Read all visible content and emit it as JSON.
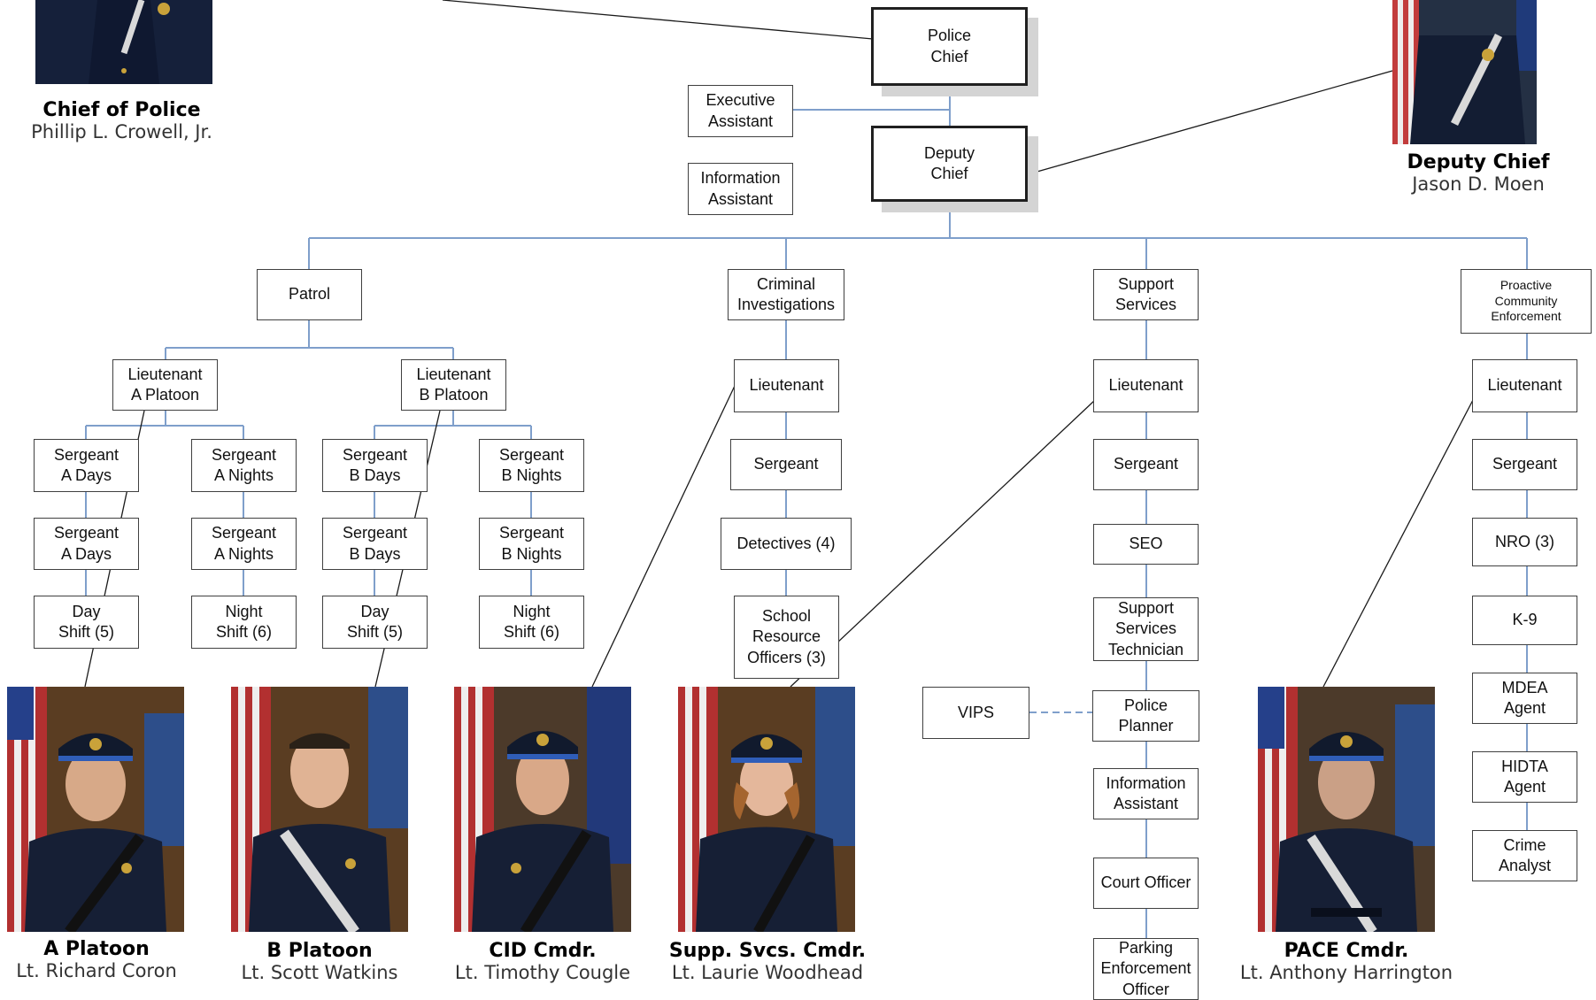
{
  "colors": {
    "connector": "#7f9fcb",
    "pointer": "#1a1a1a",
    "box_border": "#404040",
    "shadow": "#d4d4d4"
  },
  "top": {
    "chief": "Police\nChief",
    "exec": "Executive\nAssistant",
    "info": "Information\nAssistant",
    "deputy": "Deputy\nChief"
  },
  "divisions": {
    "patrol": "Patrol",
    "cid": "Criminal\nInvestigations",
    "support": "Support\nServices",
    "pace": "Proactive\nCommunity\nEnforcement"
  },
  "patrol": {
    "lt_a": "Lieutenant\nA Platoon",
    "lt_b": "Lieutenant\nB Platoon",
    "sgt_a_days_1": "Sergeant\nA Days",
    "sgt_a_days_2": "Sergeant\nA Days",
    "sgt_a_nights_1": "Sergeant\nA Nights",
    "sgt_a_nights_2": "Sergeant\nA Nights",
    "sgt_b_days_1": "Sergeant\nB Days",
    "sgt_b_days_2": "Sergeant\nB Days",
    "sgt_b_nights_1": "Sergeant\nB Nights",
    "sgt_b_nights_2": "Sergeant\nB Nights",
    "day_shift_a": "Day\nShift (5)",
    "night_shift_a": "Night\nShift (6)",
    "day_shift_b": "Day\nShift (5)",
    "night_shift_b": "Night\nShift (6)"
  },
  "cid": {
    "lt": "Lieutenant",
    "sgt": "Sergeant",
    "detectives": "Detectives (4)",
    "sro": "School\nResource\nOfficers (3)"
  },
  "support": {
    "lt": "Lieutenant",
    "sgt": "Sergeant",
    "seo": "SEO",
    "tech": "Support\nServices\nTechnician",
    "planner": "Police\nPlanner",
    "vips": "VIPS",
    "info": "Information\nAssistant",
    "court": "Court Officer",
    "parking": "Parking\nEnforcement\nOfficer"
  },
  "pace": {
    "lt": "Lieutenant",
    "sgt": "Sergeant",
    "nro": "NRO (3)",
    "k9": "K-9",
    "mdea": "MDEA\nAgent",
    "hidta": "HIDTA\nAgent",
    "analyst": "Crime\nAnalyst"
  },
  "people": {
    "chief": {
      "role": "Chief of Police",
      "name": "Phillip L. Crowell, Jr."
    },
    "deputy": {
      "role": "Deputy Chief",
      "name": "Jason D. Moen"
    },
    "a_platoon": {
      "role": "A Platoon",
      "name": "Lt. Richard Coron"
    },
    "b_platoon": {
      "role": "B Platoon",
      "name": "Lt. Scott Watkins"
    },
    "cid_cmdr": {
      "role": "CID Cmdr.",
      "name": "Lt. Timothy Cougle"
    },
    "supp_cmdr": {
      "role": "Supp. Svcs. Cmdr.",
      "name": "Lt. Laurie Woodhead"
    },
    "pace_cmdr": {
      "role": "PACE Cmdr.",
      "name": "Lt. Anthony Harrington"
    }
  }
}
